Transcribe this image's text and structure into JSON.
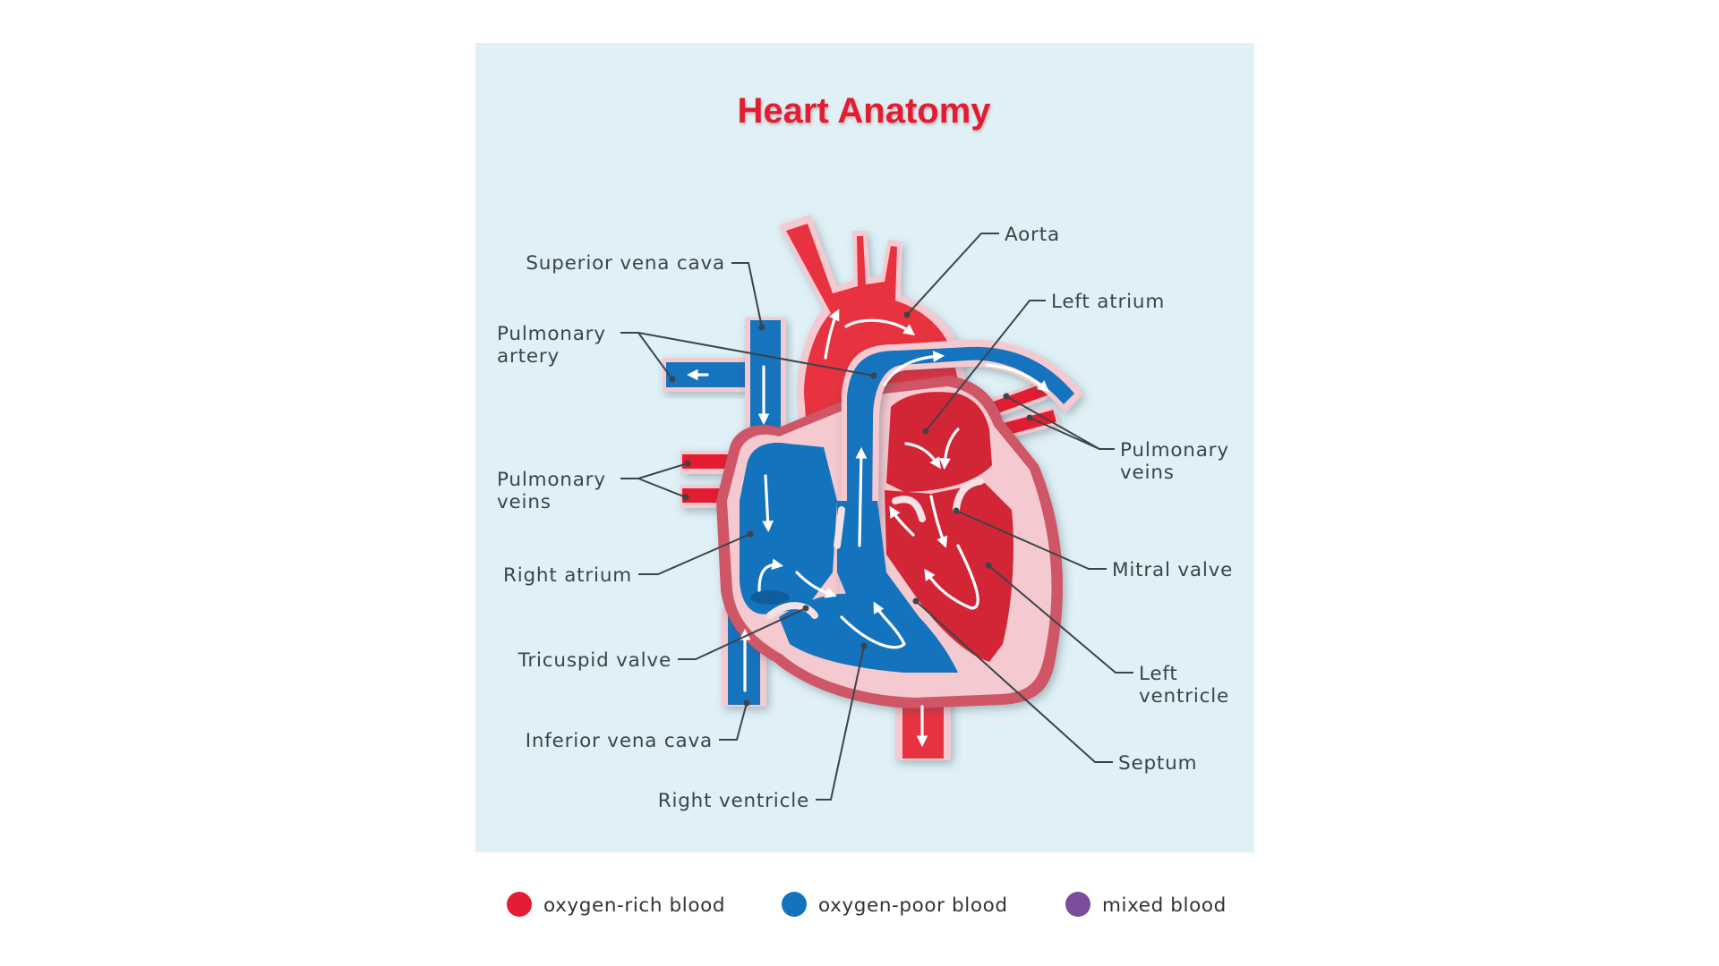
{
  "title": "Heart Anatomy",
  "colors": {
    "panel_bg": "#dff1f7",
    "title": "#e31d33",
    "oxygen_rich": "#e31d33",
    "oxygen_rich_dark": "#d22637",
    "oxygen_poor": "#1373bd",
    "mixed": "#7b4d9a",
    "wall_pink": "#f4c9d0",
    "wall_outer": "#cf5666",
    "label_text": "#3d4448"
  },
  "labels": {
    "superior_vena_cava": "Superior vena cava",
    "pulmonary_artery_l1": "Pulmonary",
    "pulmonary_artery_l2": "artery",
    "pulmonary_veins_left_l1": "Pulmonary",
    "pulmonary_veins_left_l2": "veins",
    "right_atrium": "Right atrium",
    "tricuspid_valve": "Tricuspid valve",
    "inferior_vena_cava": "Inferior vena cava",
    "right_ventricle": "Right ventricle",
    "aorta": "Aorta",
    "left_atrium": "Left atrium",
    "pulmonary_veins_right_l1": "Pulmonary",
    "pulmonary_veins_right_l2": "veins",
    "mitral_valve": "Mitral valve",
    "left_ventricle_l1": "Left",
    "left_ventricle_l2": "ventricle",
    "septum": "Septum"
  },
  "legend": [
    {
      "label": "oxygen-rich blood",
      "color": "#e31d33"
    },
    {
      "label": "oxygen-poor blood",
      "color": "#1373bd"
    },
    {
      "label": "mixed blood",
      "color": "#7b4d9a"
    }
  ]
}
